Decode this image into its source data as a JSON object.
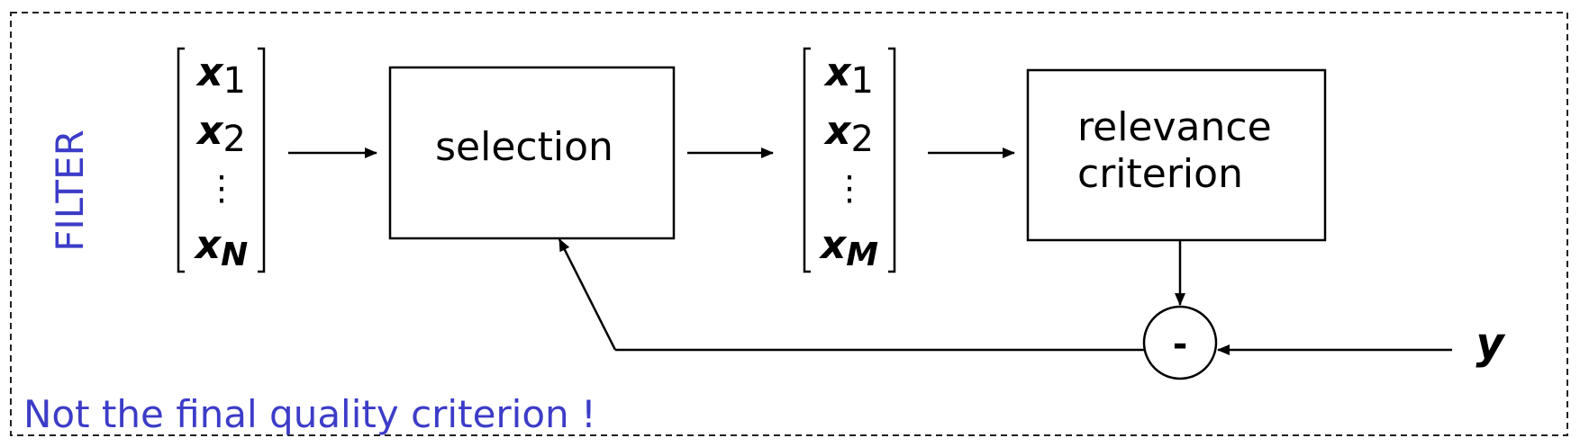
{
  "frame": {
    "side_label": "FILTER",
    "footer_note": "Not the final quality criterion !",
    "label_color": "#3c3cc8"
  },
  "input_vector": {
    "var": "x",
    "first_index": "1",
    "second_index": "2",
    "dots": "⋮",
    "last_index": "N"
  },
  "selection_block": {
    "label": "selection"
  },
  "output_vector": {
    "var": "x",
    "first_index": "1",
    "second_index": "2",
    "dots": "⋮",
    "last_index": "M"
  },
  "criterion_block": {
    "line1": "relevance",
    "line2": "criterion"
  },
  "comparator": {
    "symbol": "-"
  },
  "target": {
    "label": "y"
  }
}
